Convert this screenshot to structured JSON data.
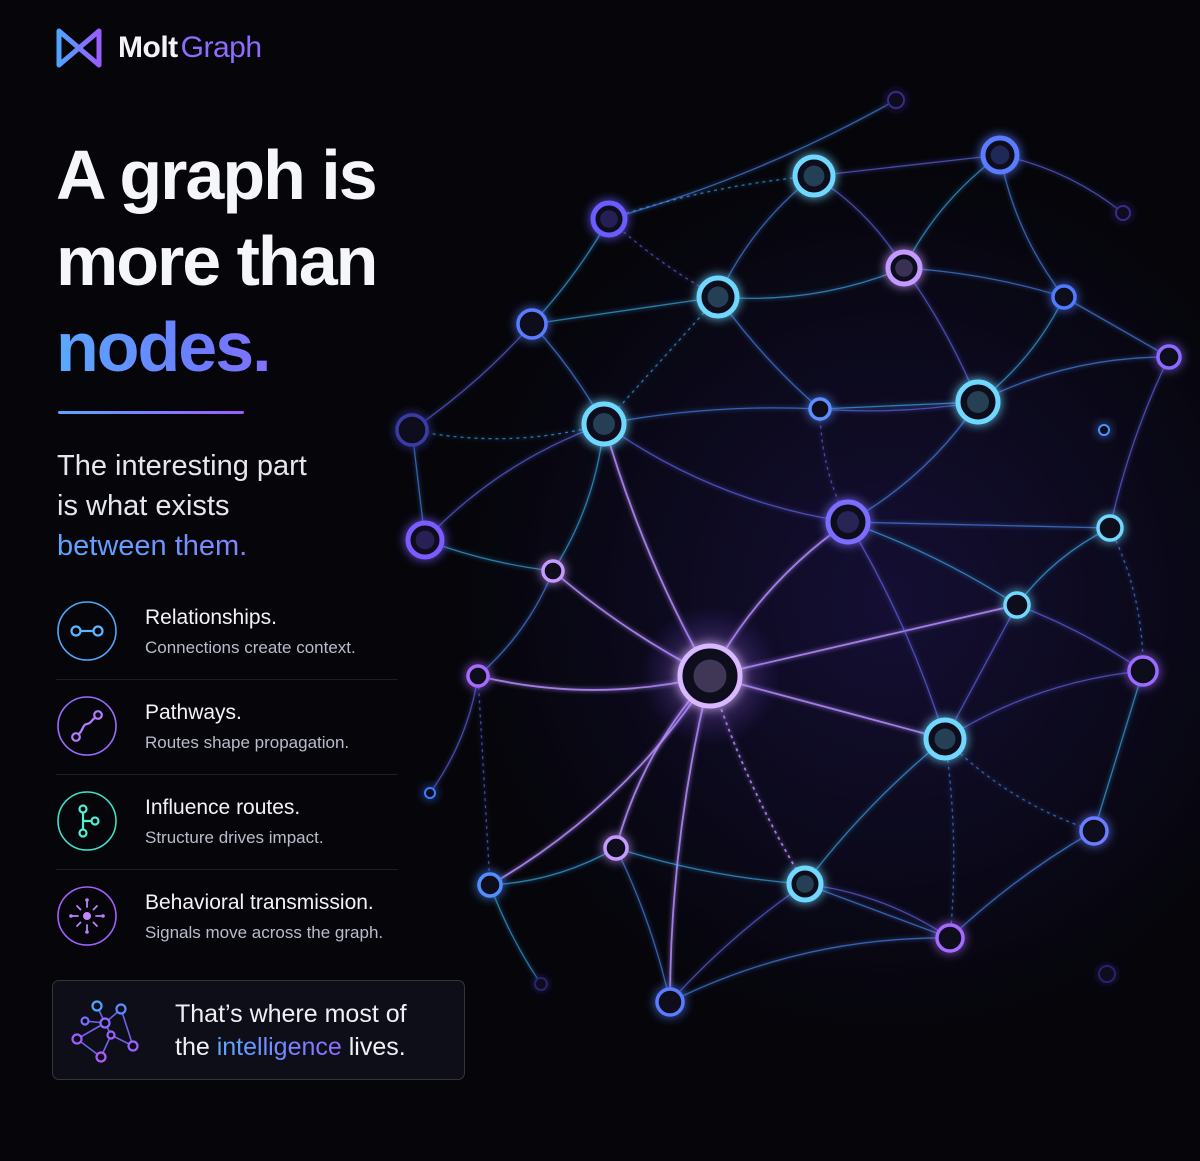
{
  "brand": {
    "name_part1": "Molt",
    "name_part2": "Graph"
  },
  "headline": {
    "line1": "A graph is",
    "line2": "more than",
    "accent": "nodes."
  },
  "subtitle": {
    "line1": "The interesting part",
    "line2": "is what exists",
    "accent": "between them."
  },
  "features": [
    {
      "title": "Relationships.",
      "desc": "Connections create context.",
      "icon": "link-icon",
      "color": "#4fa8ff"
    },
    {
      "title": "Pathways.",
      "desc": "Routes shape propagation.",
      "icon": "curve-path-icon",
      "color": "#9a6bff"
    },
    {
      "title": "Influence routes.",
      "desc": "Structure drives impact.",
      "icon": "branch-icon",
      "color": "#3fe0c8"
    },
    {
      "title": "Behavioral transmission.",
      "desc": "Signals move across the graph.",
      "icon": "signal-burst-icon",
      "color": "#a060ff"
    }
  ],
  "callout": {
    "before": "That’s where most of",
    "pre": "the ",
    "accent": "intelligence",
    "after": " lives.",
    "icon": "network-cluster-icon"
  },
  "colors": {
    "background": "#05050a",
    "accent_blue": "#5aa8ff",
    "accent_purple": "#9b5cff",
    "text": "#f2f3f7"
  }
}
